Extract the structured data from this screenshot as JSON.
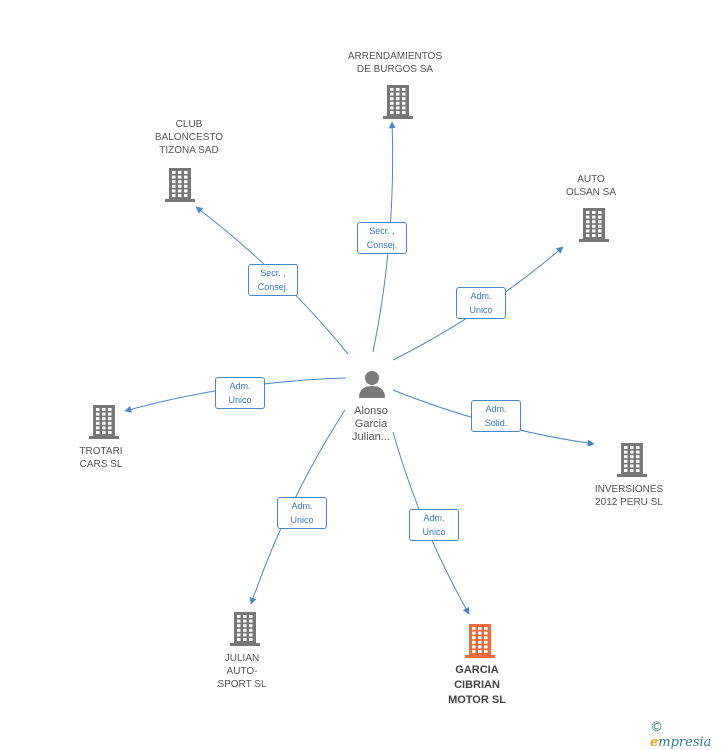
{
  "center": {
    "lines": [
      "Alonso",
      "Garcia",
      "Julian..."
    ]
  },
  "nodes": [
    {
      "id": "arrendamientos",
      "lines": [
        "ARRENDAMIENTOS",
        "DE BURGOS SA"
      ],
      "main": false
    },
    {
      "id": "club",
      "lines": [
        "CLUB",
        "BALONCESTO",
        "TIZONA SAD"
      ],
      "main": false
    },
    {
      "id": "auto-olsan",
      "lines": [
        "AUTO",
        "OLSAN SA"
      ],
      "main": false
    },
    {
      "id": "trotari",
      "lines": [
        "TROTARI",
        "CARS SL"
      ],
      "main": false
    },
    {
      "id": "inversiones",
      "lines": [
        "INVERSIONES",
        "2012 PERU SL"
      ],
      "main": false
    },
    {
      "id": "julian",
      "lines": [
        "JULIAN",
        "AUTO-",
        "SPORT SL"
      ],
      "main": false
    },
    {
      "id": "garcia",
      "lines": [
        "GARCIA",
        "CIBRIAN",
        "MOTOR SL"
      ],
      "main": true
    }
  ],
  "edges": [
    {
      "to": "arrendamientos",
      "lines": [
        "Secr. ,",
        "Consej."
      ]
    },
    {
      "to": "club",
      "lines": [
        "Secr. ,",
        "Consej."
      ]
    },
    {
      "to": "auto-olsan",
      "lines": [
        "Adm.",
        "Unico"
      ]
    },
    {
      "to": "trotari",
      "lines": [
        "Adm.",
        "Unico"
      ]
    },
    {
      "to": "inversiones",
      "lines": [
        "Adm.",
        "Solid."
      ]
    },
    {
      "to": "julian",
      "lines": [
        "Adm.",
        "Unico"
      ]
    },
    {
      "to": "garcia",
      "lines": [
        "Adm.",
        "Unico"
      ]
    }
  ],
  "colors": {
    "edge": "#4a86c8",
    "building": "#777777",
    "building_main": "#f26a3a",
    "person": "#7a7a7a"
  },
  "footer": {
    "copyright": "©",
    "brand_e": "e",
    "brand_rest": "mpresia"
  }
}
